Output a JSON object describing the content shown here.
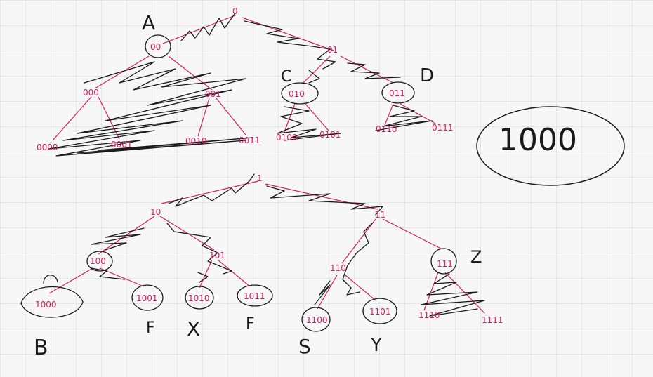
{
  "colors": {
    "edge": "#d81b60",
    "ink": "#1a1a1a",
    "background": "#f7f7f7",
    "grid": "#e6e6e6"
  },
  "top_tree": {
    "root": "0",
    "level1": [
      "00",
      "01"
    ],
    "level2": [
      "000",
      "001",
      "010",
      "011"
    ],
    "level3": [
      "0000",
      "0001",
      "0010",
      "0011",
      "0100",
      "0101",
      "0110",
      "0111"
    ],
    "letters": [
      "A",
      "C",
      "D"
    ]
  },
  "bottom_tree": {
    "root": "1",
    "level1": [
      "10",
      "11"
    ],
    "level2": [
      "100",
      "101",
      "110",
      "111"
    ],
    "level3": [
      "1000",
      "1001",
      "1010",
      "1011",
      "1100",
      "1101",
      "1110",
      "1111"
    ],
    "letters": [
      "B",
      "F",
      "X",
      "F",
      "S",
      "Y",
      "Z"
    ]
  },
  "callout": "1000"
}
